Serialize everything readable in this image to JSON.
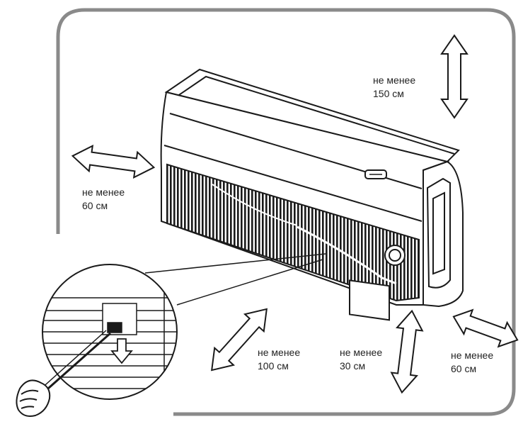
{
  "colors": {
    "frame": "#8a8a8a",
    "line": "#1a1a1a",
    "text": "#222222",
    "fill": "#ffffff"
  },
  "clearances": {
    "top": {
      "line1": "не менее",
      "line2": "150 см",
      "direction": "vertical"
    },
    "left": {
      "line1": "не менее",
      "line2": "60 см",
      "direction": "horizontal"
    },
    "right": {
      "line1": "не менее",
      "line2": "60 см",
      "direction": "horizontal"
    },
    "front": {
      "line1": "не менее",
      "line2": "100 см",
      "direction": "diagonal"
    },
    "bottom": {
      "line1": "не менее",
      "line2": "30 см",
      "direction": "vertical"
    }
  },
  "icons": [
    "air-conditioner-unit-illustration",
    "double-arrow",
    "filter-detail-magnifier",
    "screwdriver-hand-icon"
  ]
}
